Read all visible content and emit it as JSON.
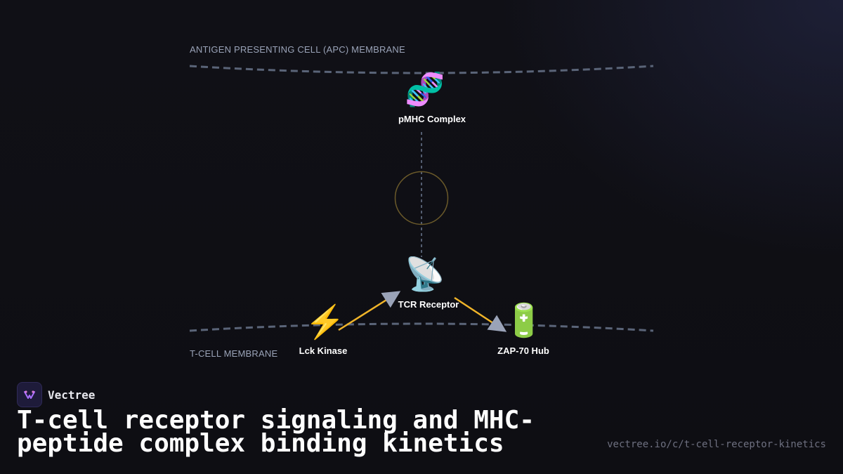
{
  "diagram": {
    "apc_membrane_label": "ANTIGEN PRESENTING CELL (APC) MEMBRANE",
    "tcell_membrane_label": "T-CELL MEMBRANE",
    "nodes": {
      "pmhc": {
        "label": "pMHC Complex",
        "icon": "dna-icon",
        "glyph": "🧬"
      },
      "tcr": {
        "label": "TCR Receptor",
        "icon": "satellite-dish-icon",
        "glyph": "📡"
      },
      "lck": {
        "label": "Lck Kinase",
        "icon": "lightning-icon",
        "glyph": "⚡"
      },
      "zap70": {
        "label": "ZAP-70 Hub",
        "icon": "battery-icon",
        "glyph": "🔋"
      }
    },
    "colors": {
      "membrane": "#5a6478",
      "arrow": "#f0b429",
      "arrowhead": "#9aa3b8",
      "binding_ring": "#6b5a2a",
      "link": "#6b7890"
    }
  },
  "footer": {
    "brand_name": "Vectree",
    "brand_icon": "vectree-logo-icon",
    "title": "T-cell receptor signaling and MHC-peptide complex binding kinetics",
    "url": "vectree.io/c/t-cell-receptor-kinetics"
  }
}
